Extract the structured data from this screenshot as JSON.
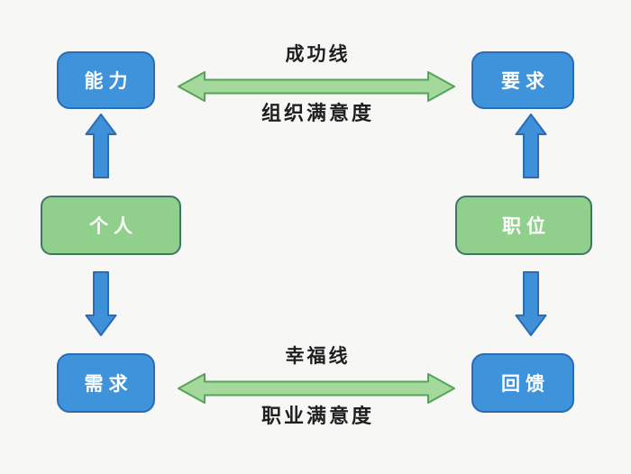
{
  "diagram": {
    "nodes": {
      "ability": {
        "label": "能力",
        "color": "blue"
      },
      "requirement": {
        "label": "要求",
        "color": "blue"
      },
      "person": {
        "label": "个人",
        "color": "green"
      },
      "position": {
        "label": "职位",
        "color": "green"
      },
      "need": {
        "label": "需求",
        "color": "blue"
      },
      "feedback": {
        "label": "回馈",
        "color": "blue"
      }
    },
    "edges": {
      "top": {
        "label_above": "成功线",
        "label_below": "组织满意度",
        "type": "double-headed-horizontal"
      },
      "bottom": {
        "label_above": "幸福线",
        "label_below": "职业满意度",
        "type": "double-headed-horizontal"
      },
      "person_to_ability": {
        "type": "block-arrow-up"
      },
      "person_to_need": {
        "type": "block-arrow-down"
      },
      "position_to_requirement": {
        "type": "block-arrow-up"
      },
      "position_to_feedback": {
        "type": "block-arrow-down"
      }
    },
    "colors": {
      "background": "#f7f8f6",
      "node_blue_fill": "#3e93da",
      "node_blue_border": "#2a6cb5",
      "node_green_fill": "#90d08c",
      "node_green_border": "#3d7566",
      "arrow_blue_fill": "#3e90d9",
      "arrow_blue_border": "#2a6cb5",
      "arrow_green_fill": "#a5d89c",
      "arrow_green_border": "#55a457",
      "node_text": "#ffffff",
      "label_text": "#1f1f1f"
    }
  }
}
